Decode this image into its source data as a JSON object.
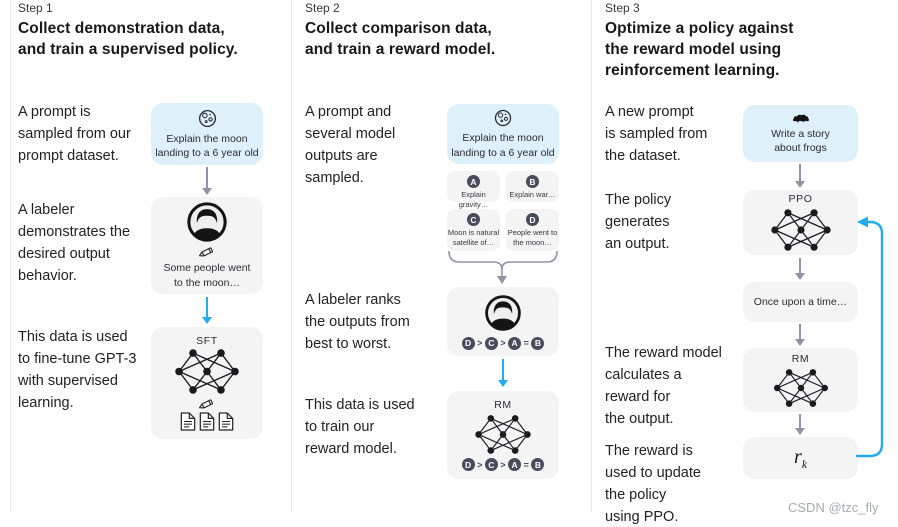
{
  "watermark": "CSDN @tzc_fly",
  "colors": {
    "prompt_box_blue": "#def0fa",
    "node_box_gray": "#f4f4f4",
    "arrow_gray": "#9193a9",
    "arrow_blue": "#22acf2",
    "badge_dark": "#474c5b"
  },
  "col1": {
    "step": "Step 1",
    "heading": "Collect demonstration data,\nand train a supervised policy.",
    "cap_prompt": "A prompt is\nsampled from our\nprompt dataset.",
    "prompt_box_text": "Explain the moon\nlanding to a 6 year old",
    "cap_labeler": "A labeler\ndemonstrates the\ndesired output\nbehavior.",
    "demo_text": "Some people went\nto the moon…",
    "cap_data": "This data is used\nto fine-tune GPT-3\nwith supervised\nlearning.",
    "sft_label": "SFT"
  },
  "col2": {
    "step": "Step 2",
    "heading": "Collect comparison data,\nand train a reward model.",
    "cap_sampled": "A prompt and\nseveral model\noutputs are\nsampled.",
    "prompt_box_text": "Explain the moon\nlanding to a 6 year old",
    "options": [
      {
        "badge": "A",
        "text": "Explain gravity…"
      },
      {
        "badge": "B",
        "text": "Explain war…"
      },
      {
        "badge": "C",
        "text": "Moon is natural\nsatellite of…"
      },
      {
        "badge": "D",
        "text": "People went to\nthe moon…"
      }
    ],
    "cap_ranks": "A labeler ranks\nthe outputs from\nbest to worst.",
    "ranking": [
      "D",
      ">",
      "C",
      ">",
      "A",
      "=",
      "B"
    ],
    "cap_train": "This data is used\nto train our\nreward model.",
    "rm_label": "RM"
  },
  "col3": {
    "step": "Step 3",
    "heading": "Optimize a policy against\nthe reward model using\nreinforcement learning.",
    "cap_new_prompt": "A new prompt\nis sampled from\nthe dataset.",
    "prompt_box_text": "Write a story\nabout frogs",
    "cap_generates": "The policy\ngenerates\nan output.",
    "ppo_label": "PPO",
    "once_text": "Once upon a time…",
    "cap_reward": "The reward model\ncalculates a\nreward for\nthe output.",
    "rm_label": "RM",
    "rk_base": "r",
    "rk_sub": "k",
    "cap_update": "The reward is\nused to update\nthe policy\nusing PPO."
  }
}
